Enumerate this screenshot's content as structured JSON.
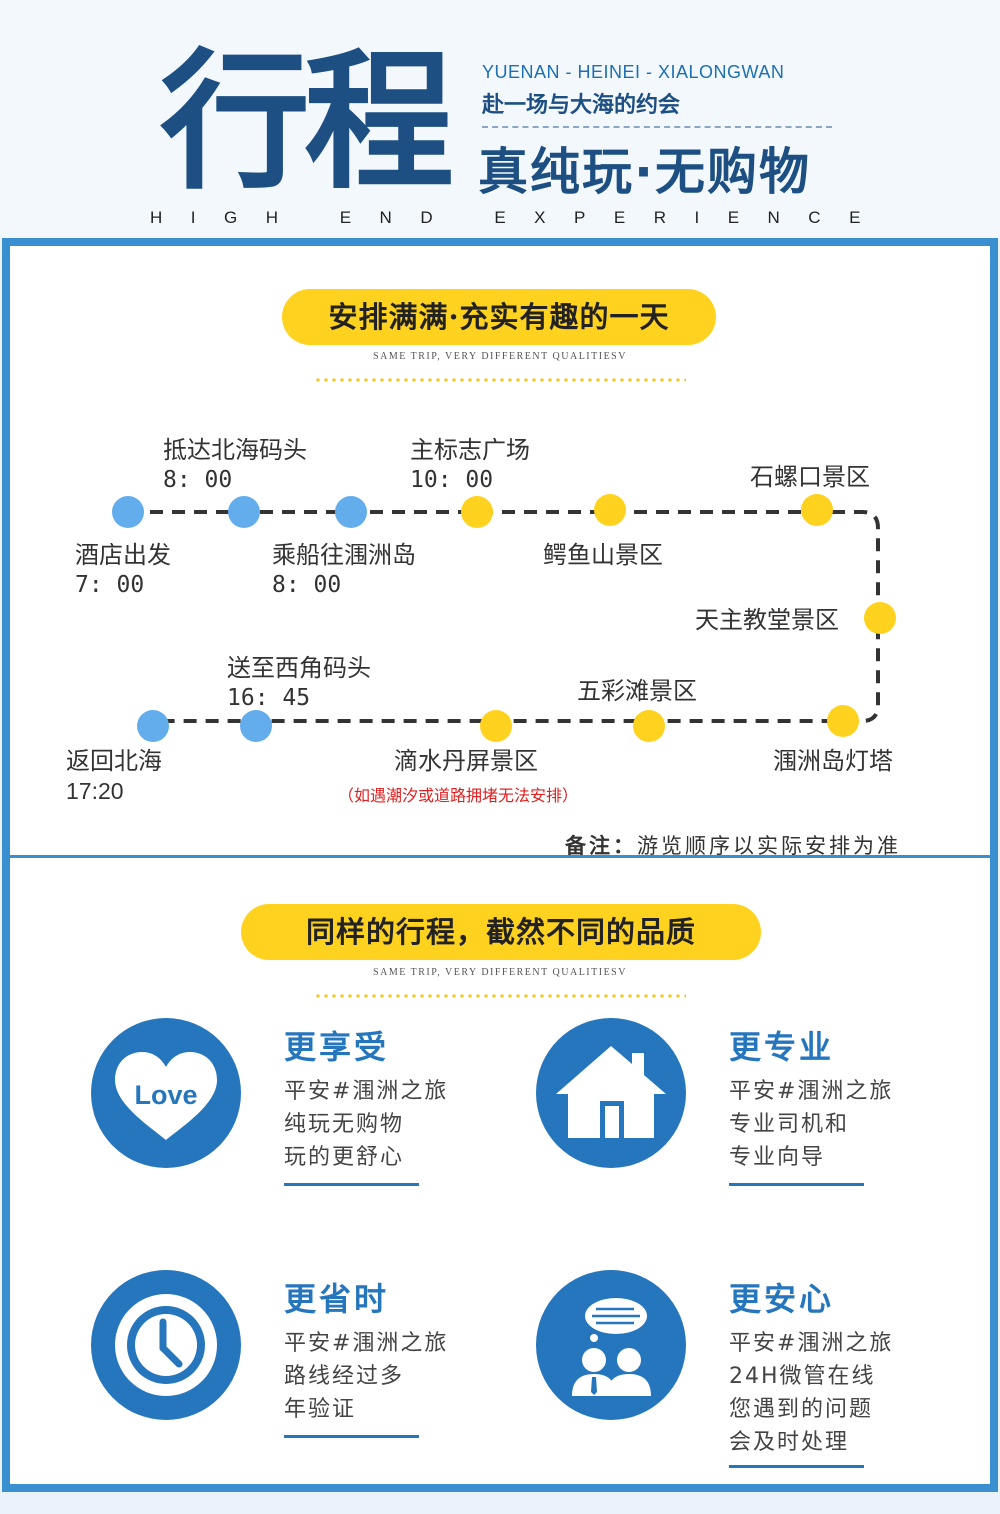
{
  "header": {
    "title": "行程",
    "route_en": "YUENAN - HEINEI - XIALONGWAN",
    "route_cn": "赴一场与大海的约会",
    "slogan": "真纯玩·无购物",
    "tagline": "HIGH END EXPERIENCE"
  },
  "colors": {
    "primary": "#2676bd",
    "dark_blue": "#1d4f82",
    "accent_yellow": "#ffd21f",
    "stop_blue": "#64adec",
    "stop_yellow": "#ffd21f",
    "warning_red": "#e02020"
  },
  "schedule": {
    "heading": "安排满满·充实有趣的一天",
    "subheading": "SAME TRIP, VERY DIFFERENT QUALITIESV",
    "stops": [
      {
        "name": "酒店出发",
        "time": "7: 00",
        "color": "blue"
      },
      {
        "name": "抵达北海码头",
        "time": "8: 00",
        "color": "blue"
      },
      {
        "name": "乘船往涠洲岛",
        "time": "8: 00",
        "color": "blue"
      },
      {
        "name": "主标志广场",
        "time": "10: 00",
        "color": "yellow"
      },
      {
        "name": "鳄鱼山景区",
        "time": "",
        "color": "yellow"
      },
      {
        "name": "石螺口景区",
        "time": "",
        "color": "yellow"
      },
      {
        "name": "天主教堂景区",
        "time": "",
        "color": "yellow"
      },
      {
        "name": "涠洲岛灯塔",
        "time": "",
        "color": "yellow"
      },
      {
        "name": "五彩滩景区",
        "time": "",
        "color": "yellow"
      },
      {
        "name": "滴水丹屏景区",
        "time": "",
        "color": "yellow"
      },
      {
        "name": "送至西角码头",
        "time": "16: 45",
        "color": "blue"
      },
      {
        "name": "返回北海",
        "time": "17:20",
        "color": "blue"
      }
    ],
    "tide_note": "（如遇潮汐或道路拥堵无法安排）",
    "remark_label": "备注：",
    "remark_text": "游览顺序以实际安排为准"
  },
  "quality": {
    "heading": "同样的行程，截然不同的品质",
    "subheading": "SAME TRIP, VERY DIFFERENT QUALITIESV",
    "features": [
      {
        "title": "更享受",
        "icon": "love-heart-icon",
        "icon_text": "Love",
        "lines": [
          "平安#涠洲之旅",
          "纯玩无购物",
          "玩的更舒心"
        ]
      },
      {
        "title": "更专业",
        "icon": "house-icon",
        "lines": [
          "平安#涠洲之旅",
          "专业司机和",
          "专业向导"
        ]
      },
      {
        "title": "更省时",
        "icon": "clock-icon",
        "lines": [
          "平安#涠洲之旅",
          "路线经过多",
          "年验证"
        ]
      },
      {
        "title": "更安心",
        "icon": "chat-people-icon",
        "lines": [
          "平安#涠洲之旅",
          "24H微管在线",
          "您遇到的问题",
          "会及时处理"
        ]
      }
    ]
  }
}
